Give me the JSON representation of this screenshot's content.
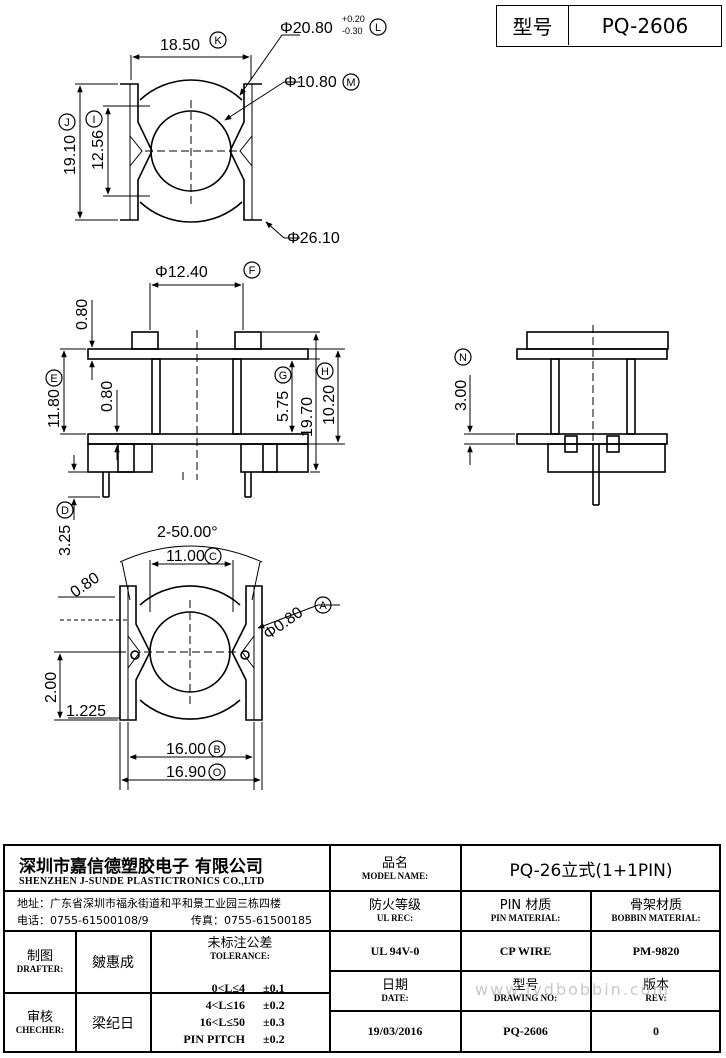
{
  "header": {
    "model_label": "型号",
    "model_value": "PQ-2606"
  },
  "dimensions": {
    "top_view": {
      "d_20_80": "Φ20.80",
      "tol_plus": "+0.20",
      "tol_minus": "-0.30",
      "mark_L": "L",
      "w_18_50": "18.50",
      "mark_K": "K",
      "d_10_80": "Φ10.80",
      "mark_M": "M",
      "h_19_10": "19.10",
      "mark_J": "J",
      "h_12_56": "12.56",
      "mark_I": "I",
      "d_26_10": "Φ26.10"
    },
    "front_view": {
      "d_12_40": "Φ12.40",
      "mark_F": "F",
      "t_0_80_top": "0.80",
      "h_11_80": "11.80",
      "mark_E": "E",
      "t_0_80_mid": "0.80",
      "h_5_75": "5.75",
      "mark_G": "G",
      "h_19_70": "19.70",
      "h_10_20": "10.20",
      "mark_H": "H",
      "h_3_25": "3.25",
      "mark_D": "D"
    },
    "side_view": {
      "h_3_00": "3.00",
      "mark_N": "N"
    },
    "bottom_view": {
      "angle": "2-50.00°",
      "w_11_00": "11.00",
      "mark_C": "C",
      "t_0_80": "0.80",
      "d_0_80": "Φ0.80",
      "mark_A": "A",
      "h_2_00": "2.00",
      "w_1_225": "1.225",
      "w_16_00": "16.00",
      "mark_B": "B",
      "w_16_90": "16.90",
      "mark_O": "O"
    }
  },
  "title_block": {
    "company_cn": "深圳市嘉信德塑胶电子 有限公司",
    "company_en": "SHENZHEN J-SUNDE PLASTICTRONICS CO.,LTD",
    "address": "地址：广东省深圳市福永街道和平和景工业园三栋四楼",
    "phone": "电话：0755-61500108/9",
    "fax": "传真：0755-61500185",
    "model_name_cn": "品名",
    "model_name_en": "MODEL NAME:",
    "model_name_value": "PQ-26立式(1+1PIN)",
    "ul_rec_cn": "防火等级",
    "ul_rec_en": "UL REC:",
    "pin_material_cn": "PIN 材质",
    "pin_material_en": "PIN MATERIAL:",
    "bobbin_material_cn": "骨架材质",
    "bobbin_material_en": "BOBBIN MATERIAL:",
    "ul_value": "UL 94V-0",
    "pin_value": "CP WIRE",
    "bobbin_value": "PM-9820",
    "drafter_cn": "制图",
    "drafter_en": "DRAFTER:",
    "drafter_name": "皴惠成",
    "checker_cn": "审核",
    "checker_en": "CHECHER:",
    "checker_name": "梁纪日",
    "tolerance_cn": "未标注公差",
    "tolerance_en": "TOLERANCE:",
    "tolerances": [
      {
        "range": "0<L≤4",
        "tol": "±0.1"
      },
      {
        "range": "4<L≤16",
        "tol": "±0.2"
      },
      {
        "range": "16<L≤50",
        "tol": "±0.3"
      },
      {
        "range": "PIN PITCH",
        "tol": "±0.2"
      }
    ],
    "date_cn": "日期",
    "date_en": "DATE:",
    "date_value": "19/03/2016",
    "drawing_no_cn": "型号",
    "drawing_no_en": "DRAWING NO:",
    "drawing_no_value": "PQ-2606",
    "rev_cn": "版本",
    "rev_en": "REV:",
    "rev_value": "0",
    "watermark": "www.jydbobbin.com"
  }
}
